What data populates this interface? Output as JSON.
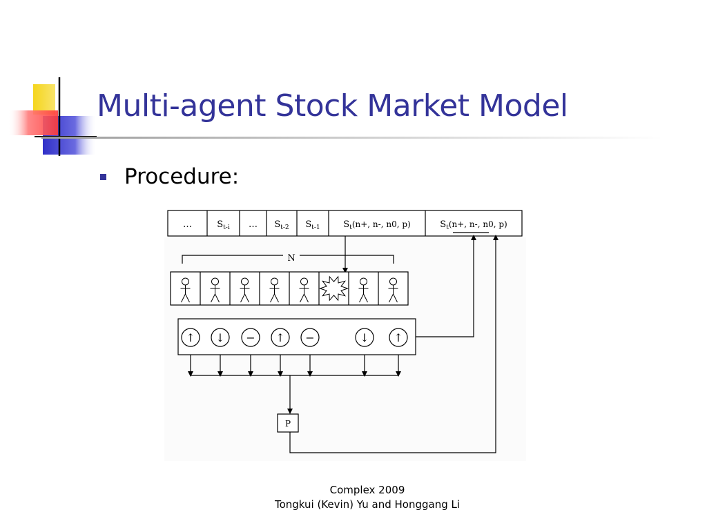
{
  "slide": {
    "title": "Multi-agent Stock Market Model",
    "bullet": "Procedure:"
  },
  "diagram": {
    "state_cells": [
      {
        "main": "…",
        "sub": ""
      },
      {
        "main": "S",
        "sub": "t-i"
      },
      {
        "main": "…",
        "sub": ""
      },
      {
        "main": "S",
        "sub": "t-2"
      },
      {
        "main": "S",
        "sub": "t-1"
      },
      {
        "main": "S",
        "sub": "t",
        "args": "(n+, n-, n0, p)"
      },
      {
        "main": "S",
        "sub": "t",
        "args": "(n+, n-, n0, p)"
      }
    ],
    "brace_label": "N",
    "agents": [
      "agent",
      "agent",
      "agent",
      "agent",
      "agent",
      "burst",
      "agent",
      "agent"
    ],
    "decisions": [
      "↑",
      "↓",
      "−",
      "↑",
      "−",
      "",
      "↓",
      "↑"
    ],
    "price_box": "P"
  },
  "footer": {
    "line1": "Complex 2009",
    "line2": "Tongkui (Kevin) Yu and Honggang Li"
  },
  "colors": {
    "title": "#333399",
    "bullet": "#333399",
    "deco_yellow": "#f5d51c",
    "deco_blue": "#3434cc",
    "deco_red": "#ff4a4a"
  }
}
